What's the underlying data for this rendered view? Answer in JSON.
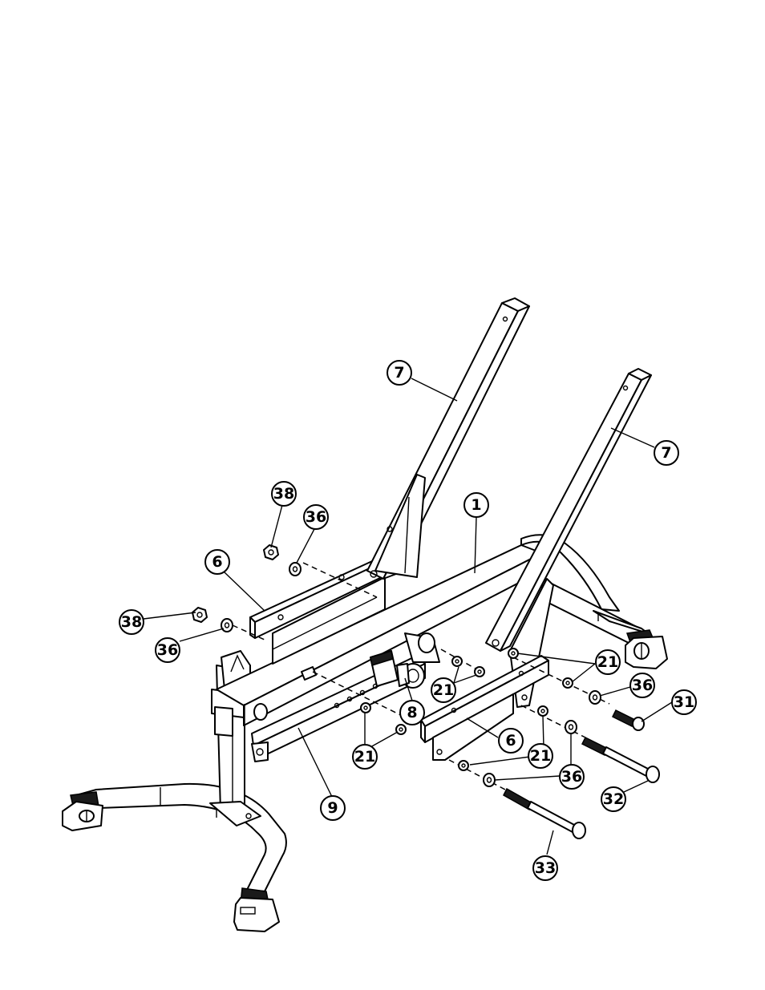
{
  "diagram": {
    "callouts": [
      {
        "id": "c7a",
        "label": "7"
      },
      {
        "id": "c7b",
        "label": "7"
      },
      {
        "id": "c1",
        "label": "1"
      },
      {
        "id": "c38a",
        "label": "38"
      },
      {
        "id": "c36a",
        "label": "36"
      },
      {
        "id": "c6a",
        "label": "6"
      },
      {
        "id": "c38b",
        "label": "38"
      },
      {
        "id": "c36b",
        "label": "36"
      },
      {
        "id": "c21a",
        "label": "21"
      },
      {
        "id": "c21b",
        "label": "21"
      },
      {
        "id": "c8",
        "label": "8"
      },
      {
        "id": "c36c",
        "label": "36"
      },
      {
        "id": "c31",
        "label": "31"
      },
      {
        "id": "c6b",
        "label": "6"
      },
      {
        "id": "c21c",
        "label": "21"
      },
      {
        "id": "c21d",
        "label": "21"
      },
      {
        "id": "c36d",
        "label": "36"
      },
      {
        "id": "c32",
        "label": "32"
      },
      {
        "id": "c9",
        "label": "9"
      },
      {
        "id": "c33",
        "label": "33"
      }
    ]
  }
}
